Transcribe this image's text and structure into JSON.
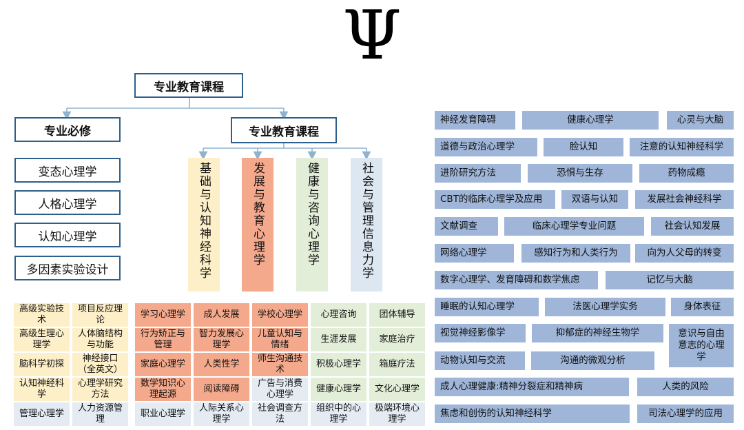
{
  "symbol": "Ψ",
  "tree": {
    "root": "专业教育课程",
    "left": {
      "title": "专业必修",
      "items": [
        "变态心理学",
        "人格心理学",
        "认知心理学",
        "多因素实验设计"
      ]
    },
    "right": {
      "title": "专业教育课程",
      "columns": [
        "基础与认知神经科学",
        "发展与教育心理学",
        "健康与咨询心理学",
        "社会与管理信息力学"
      ]
    }
  },
  "course_grid": [
    [
      "高级实验技术",
      "项目反应理论",
      "学习心理学",
      "成人发展",
      "学校心理学",
      "心理咨询",
      "团体辅导"
    ],
    [
      "高级生理心理学",
      "人体脑结构与功能",
      "行为矫正与管理",
      "智力发展心理学",
      "儿童认知与情绪",
      "生涯发展",
      "家庭治疗"
    ],
    [
      "脑科学初探",
      "神经接口（全英文）",
      "家庭心理学",
      "人类性学",
      "师生沟通技术",
      "积极心理学",
      "箱庭疗法"
    ],
    [
      "认知神经科学",
      "心理学研究方法",
      "数学知识心理起源",
      "阅读障碍",
      "广告与消费心理学",
      "健康心理学",
      "文化心理学"
    ],
    [
      "管理心理学",
      "人力资源管理",
      "职业心理学",
      "人际关系心理学",
      "社会调查方法",
      "组织中的心理学",
      "极端环境心理学"
    ]
  ],
  "elective_rows": [
    [
      "神经发育障碍",
      "健康心理学",
      "心灵与大脑"
    ],
    [
      "道德与政治心理学",
      "脸认知",
      "注意的认知神经科学"
    ],
    [
      "进阶研究方法",
      "恐惧与生存",
      "药物成瘾"
    ],
    [
      "CBT的临床心理学及应用",
      "双语与认知",
      "发展社会神经科学"
    ],
    [
      "文献调查",
      "临床心理学专业问题",
      "社会认知发展"
    ],
    [
      "网络心理学",
      "感知行为和人类行为",
      "向为人父母的转变"
    ],
    [
      "数字心理学、发育障碍和数学焦虑",
      "记忆与大脑"
    ],
    [
      "睡眠的认知心理学",
      "法医心理学实务",
      "身体表征"
    ],
    [
      "视觉神经影像学",
      "抑郁症的神经生物学",
      "意识与自由意志的心理学"
    ],
    [
      "动物认知与交流",
      "沟通的微观分析"
    ],
    [
      "成人心理健康:精神分裂症和精神病",
      "人类的风险"
    ],
    [
      "焦虑和创伤的认知神经科学",
      "司法心理学的应用"
    ]
  ],
  "colors": {
    "border": "#2e5f8a",
    "arrow": "#8fb3cf",
    "yellow": "#fdefc8",
    "salmon": "#f4a98c",
    "green": "#e2eed8",
    "blue_light": "#dde7f1",
    "grid_blue": "#e4ebf3",
    "right_panel": "#9fb6d9"
  }
}
